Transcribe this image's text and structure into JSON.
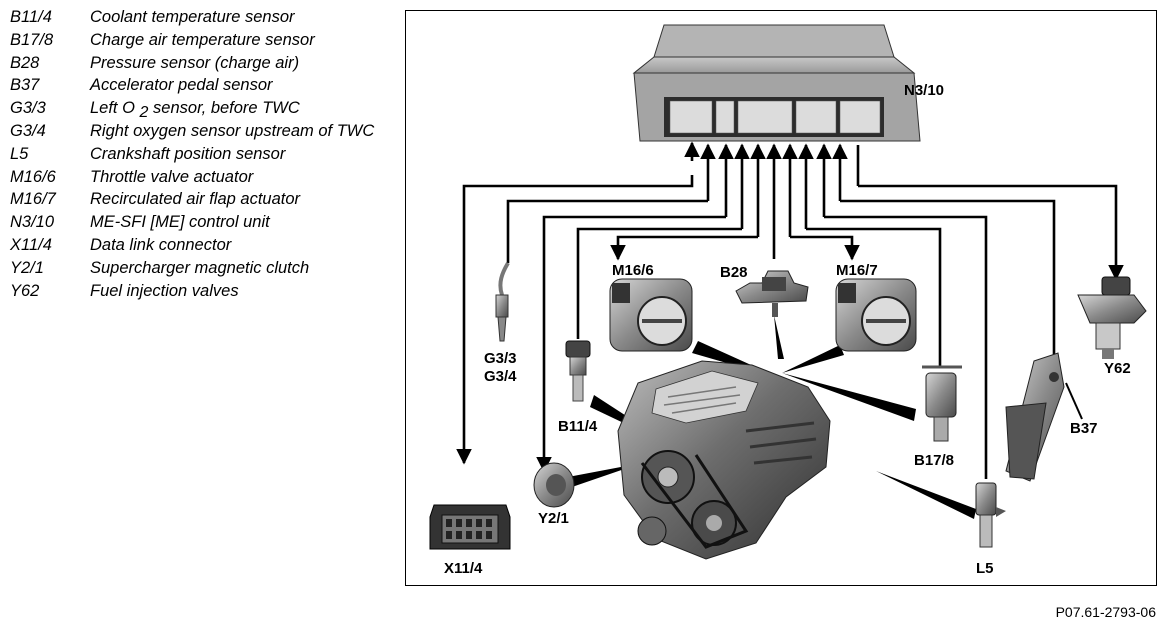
{
  "legend": [
    {
      "code": "B11/4",
      "desc": "Coolant temperature sensor"
    },
    {
      "code": "B17/8",
      "desc": "Charge air temperature sensor"
    },
    {
      "code": "B28",
      "desc": "Pressure sensor (charge air)"
    },
    {
      "code": "B37",
      "desc": "Accelerator pedal sensor"
    },
    {
      "code": "G3/3",
      "desc_parts": [
        "Left O",
        "2",
        " sensor, before TWC"
      ]
    },
    {
      "code": "G3/4",
      "desc": "Right oxygen sensor upstream of TWC"
    },
    {
      "code": "L5",
      "desc": "Crankshaft position sensor"
    },
    {
      "code": "M16/6",
      "desc": "Throttle valve actuator"
    },
    {
      "code": "M16/7",
      "desc": "Recirculated air flap actuator"
    },
    {
      "code": "N3/10",
      "desc": "ME-SFI [ME] control unit"
    },
    {
      "code": "X11/4",
      "desc": "Data link connector"
    },
    {
      "code": "Y2/1",
      "desc": "Supercharger magnetic clutch"
    },
    {
      "code": "Y62",
      "desc": "Fuel injection valves"
    }
  ],
  "diagram": {
    "labels": {
      "n3_10": "N3/10",
      "m16_6": "M16/6",
      "b28": "B28",
      "m16_7": "M16/7",
      "g3_3": "G3/3",
      "g3_4": "G3/4",
      "y62": "Y62",
      "b11_4": "B11/4",
      "b37": "B37",
      "b17_8": "B17/8",
      "y2_1": "Y2/1",
      "x11_4": "X11/4",
      "l5": "L5"
    }
  },
  "figure_ref": "P07.61-2793-06"
}
